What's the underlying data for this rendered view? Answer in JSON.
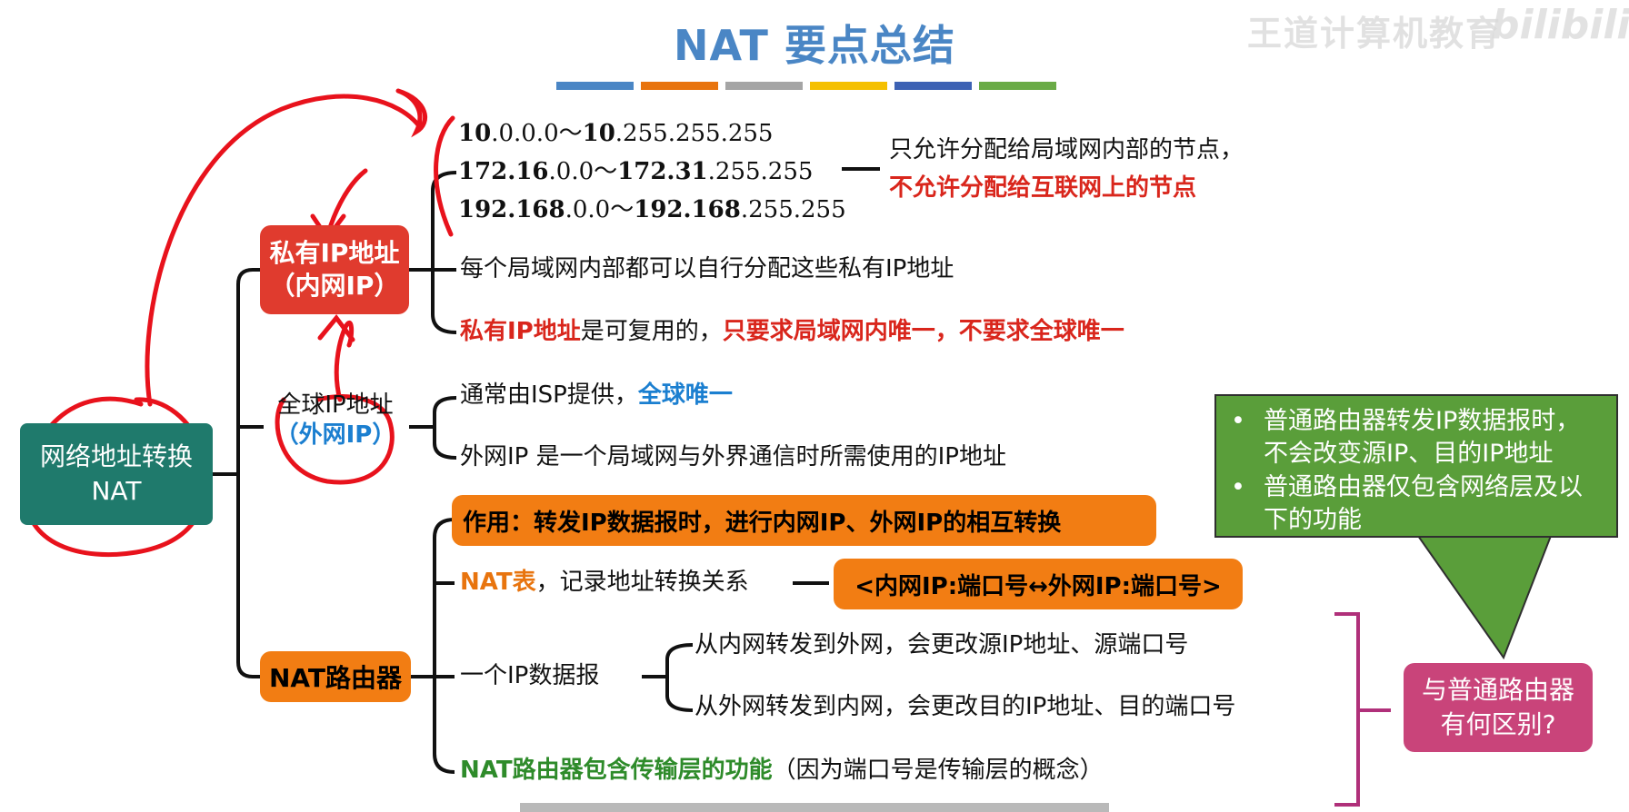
{
  "title": "NAT 要点总结",
  "watermark": "王道计算机教育",
  "watermark_logo": "bilibili",
  "colors": {
    "title": "#4a86c5",
    "bar_colors": [
      "#4a86c5",
      "#e8740e",
      "#a5a5a5",
      "#f5c000",
      "#3d62b4",
      "#6aab46"
    ],
    "root": "#1f7a6c",
    "private": "#e03b2e",
    "nat": "#f27d13",
    "pink": "#c9447a",
    "green": "#5a9e3a",
    "annotation": "#e8121c"
  },
  "root": {
    "line1": "网络地址转换",
    "line2": "NAT"
  },
  "private": {
    "line1": "私有IP地址",
    "line2": "（内网IP）",
    "ranges": [
      {
        "bold1": "10",
        "rest1": ".0.0.0～",
        "bold2": "10",
        "rest2": ".255.255.255"
      },
      {
        "bold1": "172.16",
        "rest1": ".0.0～",
        "bold2": "172.31",
        "rest2": ".255.255"
      },
      {
        "bold1": "192.168",
        "rest1": ".0.0～",
        "bold2": "192.168",
        "rest2": ".255.255"
      }
    ],
    "note_line1": "只允许分配给局域网内部的节点，",
    "note_line2": "不允许分配给互联网上的节点",
    "self_assign": "每个局域网内部都可以自行分配这些私有IP地址",
    "reuse_red": "私有IP地址",
    "reuse_mid": "是可复用的，",
    "reuse_tail": "只要求局域网内唯一，不要求全球唯一"
  },
  "global": {
    "line1": "全球IP地址",
    "line2": "（外网IP）",
    "isp_prefix": "通常由ISP提供，",
    "isp_unique": "全球唯一",
    "desc": "外网IP 是一个局域网与外界通信时所需使用的IP地址"
  },
  "nat": {
    "label": "NAT路由器",
    "function": "作用：转发IP数据报时，进行内网IP、外网IP的相互转换",
    "table_label": "NAT表",
    "table_desc": "，记录地址转换关系",
    "mapping": "<内网IP:端口号↔外网IP:端口号>",
    "datagram": "一个IP数据报",
    "to_outside": "从内网转发到外网，会更改源IP地址、源端口号",
    "to_inside": "从外网转发到内网，会更改目的IP地址、目的端口号",
    "transport_green": "NAT路由器包含传输层的功能",
    "transport_note": "（因为端口号是传输层的概念）"
  },
  "callout": {
    "items": [
      "普通路由器转发IP数据报时，不会改变源IP、目的IP地址",
      "普通路由器仅包含网络层及以下的功能"
    ],
    "bullet": "•",
    "question_line1": "与普通路由器",
    "question_line2": "有何区别?"
  }
}
